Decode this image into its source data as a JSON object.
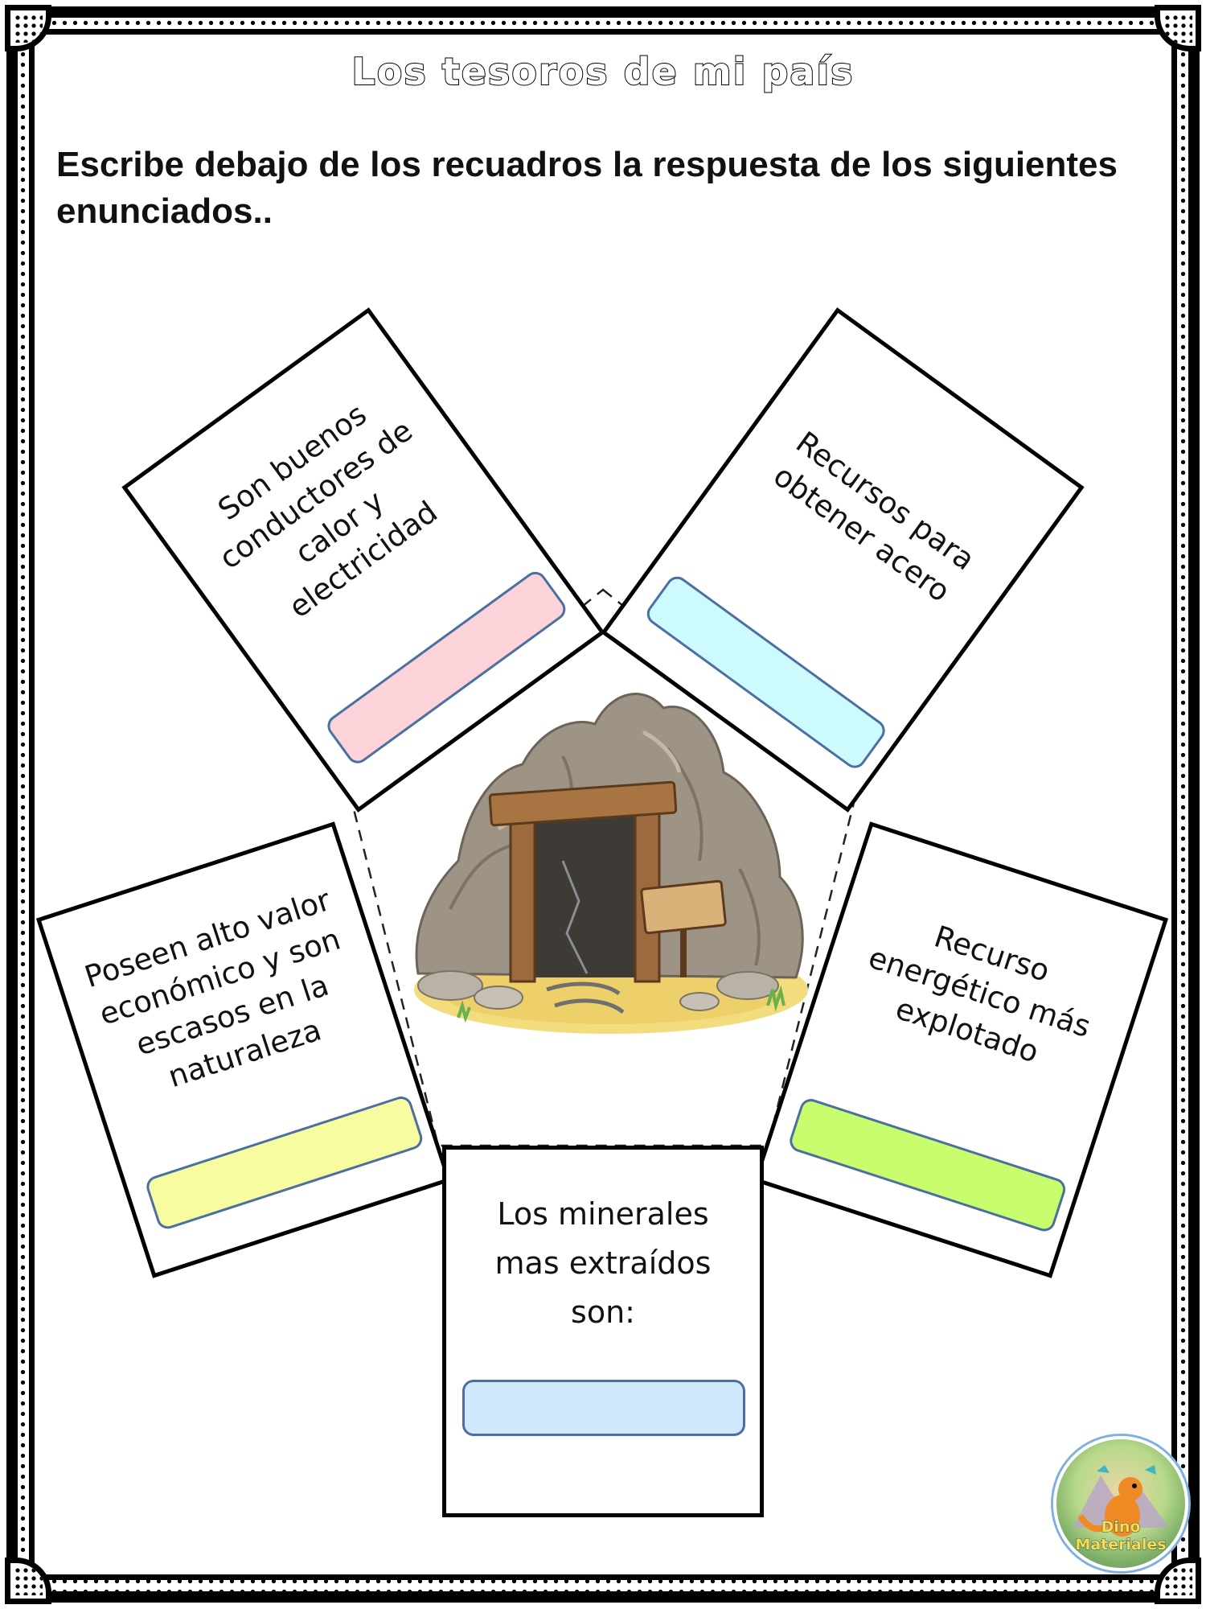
{
  "worksheet": {
    "title": "Los tesoros de mi país",
    "instructions": "Escribe debajo de los recuadros la respuesta de los siguientes enunciados.."
  },
  "cards": [
    {
      "lines": [
        "Son buenos",
        "conductores de",
        "calor y",
        "electricidad"
      ],
      "box_color": "#fcd3d8"
    },
    {
      "lines": [
        "Recursos para",
        "obtener acero"
      ],
      "box_color": "#cdfafc"
    },
    {
      "lines": [
        "Poseen alto valor",
        "económico y son",
        "escasos en la",
        "naturaleza"
      ],
      "box_color": "#f8fca0"
    },
    {
      "lines": [
        "Recurso",
        "energético más",
        "explotado"
      ],
      "box_color": "#c8fd6e"
    },
    {
      "lines": [
        "Los minerales",
        "mas extraídos",
        "son:"
      ],
      "box_color": "#cfe8fc"
    }
  ],
  "illustration": {
    "icon": "mine-entrance-icon"
  },
  "logo": {
    "text": "Dino Materiales",
    "icon": "dinosaur-icon"
  }
}
